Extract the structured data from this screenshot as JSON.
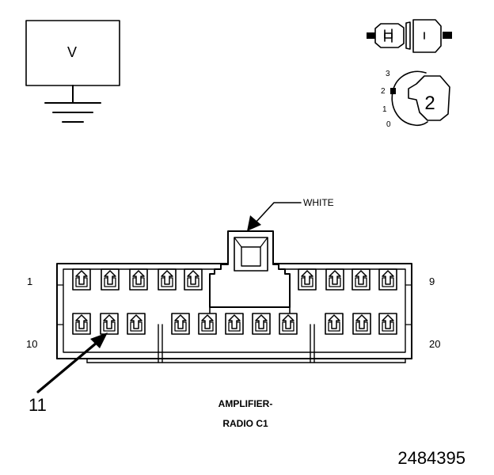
{
  "meter": {
    "label": "V"
  },
  "ignition": {
    "positions": [
      "3",
      "2",
      "1",
      "0"
    ],
    "step": "2"
  },
  "connector": {
    "color_label": "WHITE",
    "pin_labels": {
      "top_left": "1",
      "top_right": "9",
      "bottom_left": "10",
      "bottom_right": "20"
    },
    "callout_pin": "11",
    "name_line1": "AMPLIFIER-",
    "name_line2": "RADIO C1"
  },
  "figure_id": "2484395",
  "colors": {
    "ink": "#000000",
    "paper": "#ffffff",
    "light_fill": "#f2f2f2"
  }
}
